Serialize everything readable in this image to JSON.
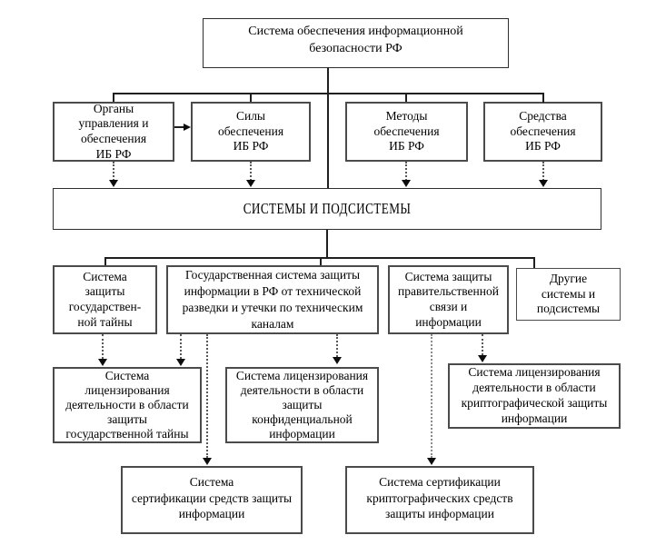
{
  "meta": {
    "background_color": "#ffffff",
    "box_border_color": "#4b4b4b",
    "text_color": "#000000",
    "language": "ru"
  },
  "diagram": {
    "title_box": {
      "label": "Система обеспечения информационной\nбезопасности РФ"
    },
    "level2": {
      "organs": {
        "label": "Органы\nуправления и\nобеспечения\nИБ РФ"
      },
      "forces": {
        "label": "Силы\nобеспечения\nИБ РФ"
      },
      "methods": {
        "label": "Методы\nобеспечения\nИБ РФ"
      },
      "means": {
        "label": "Средства\nобеспечения\nИБ РФ"
      }
    },
    "systems_band": {
      "label": "СИСТЕМЫ И ПОДСИСТЕМЫ"
    },
    "level3": {
      "state_secret": {
        "label": "Система\nзащиты\nгосударствен-\nной тайны"
      },
      "state_system": {
        "label": "Государственная система защиты\nинформации в РФ от технической\nразведки и утечки по техническим\nканалам"
      },
      "gov_comms": {
        "label": "Система защиты\nправительственной\nсвязи и\nинформации"
      },
      "other": {
        "label": "Другие\nсистемы и\nподсистемы"
      }
    },
    "level4": {
      "lic_state_secret": {
        "label": "Система\nлицензирования\nдеятельности в области\nзащиты\nгосударственной тайны"
      },
      "lic_confidential": {
        "label": "Система лицензирования\nдеятельности в области\nзащиты\nконфиденциальной\nинформации"
      },
      "lic_crypto": {
        "label": "Система лицензирования\nдеятельности в области\nкриптографической защиты\nинформации"
      }
    },
    "level5": {
      "cert_means": {
        "label": "Система\nсертификации средств защиты\nинформации"
      },
      "cert_crypto": {
        "label": "Система сертификации\nкриптографических средств\nзащиты информации"
      }
    }
  }
}
